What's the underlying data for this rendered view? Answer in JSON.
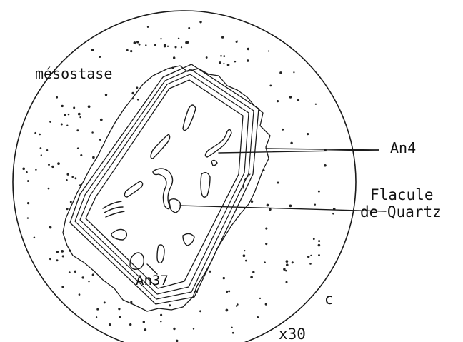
{
  "labels": {
    "mesostase": "mésostase",
    "an4": "An4",
    "flacule_line1": "Flacule",
    "flacule_line2": "de Quartz",
    "an37": "An37",
    "c": "c",
    "magnification": "x30"
  }
}
